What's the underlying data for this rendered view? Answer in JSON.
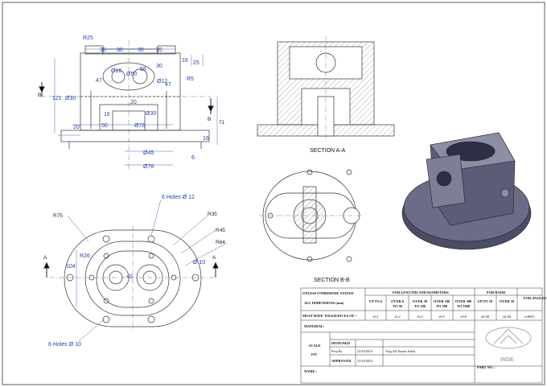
{
  "front_view": {
    "dims": {
      "r25": "R25",
      "d35a": "35",
      "d30a": "30",
      "d30b": "30",
      "d35b": "35",
      "d16a": "16",
      "d25": "25",
      "d30c": "30",
      "dphi16": "Ø16",
      "dphi50": "Ø50",
      "d58": "58",
      "d47a": "47",
      "dphi12": "Ø12",
      "d47b": "47",
      "r5": "R5",
      "d121": "121",
      "dphi30": "Ø30",
      "d20a": "20",
      "d16b": "16",
      "dphi30b": "Ø30",
      "d20b": "20",
      "d50": "50",
      "dphi76a": "Ø76",
      "d71": "71",
      "d16c": "16",
      "dphi45": "Ø45",
      "d6": "6",
      "dphi76b": "Ø76"
    },
    "cut_label_left": "B",
    "cut_label_right": "B"
  },
  "section_aa": {
    "caption": "SECTION A-A"
  },
  "section_bb": {
    "caption": "SECTION B-B"
  },
  "top_view": {
    "dims": {
      "holes12": "6 Holes Ø 12",
      "r75": "R75",
      "r35": "R35",
      "r45": "R45",
      "r64": "R64",
      "r26": "R26",
      "d104": "104",
      "d40": "40",
      "dphi10": "Ø 10",
      "holes10": "6 Holes Ø 10"
    },
    "cut_label_left": "A",
    "cut_label_right": "A"
  },
  "title_block": {
    "unless": "UNLESS OTHERWISE STATED",
    "all_dims": "ALL  DIMENSIONS  (mm)",
    "must_have": "MUST HAVE TOLERANCES OF =",
    "lengths_header": "FOR LENGTHS AND DIAMETERS",
    "radii_header": "FOR RADII",
    "angles_header": "FOR ANGLES",
    "ranges": [
      "UP TO 6",
      "OVER 6 TO 30",
      "OVER 30 TO 100",
      "OVER 100 TO 300",
      "OVER 300 TO 1000",
      "UP TO 10",
      "OVER 10"
    ],
    "range_lines": [
      [
        "UP TO 6",
        ""
      ],
      [
        "OVER 6",
        "TO 30"
      ],
      [
        "OVER 30",
        "TO 100"
      ],
      [
        "OVER 100",
        "TO 300"
      ],
      [
        "OVER 300",
        "TO 1000"
      ],
      [
        "UP TO 10",
        ""
      ],
      [
        "OVER 10",
        ""
      ]
    ],
    "tolerances": [
      "±0.1",
      "±0.2",
      "±0.3",
      "±0.5",
      "±0.8",
      "±0.2R",
      "±0.2R",
      "±10R%"
    ],
    "material_label": "MATERIAL:",
    "scale_label": "SCALE",
    "fit_label": "FIT",
    "designed_label": "DESIGNED",
    "prep_label": "Prep.By",
    "prep_date": "22/10/2014",
    "prep_name": "Eng.Ali Nasser Saleh",
    "approved_label": "APPROVED",
    "approved_date": "23/10/2014",
    "name_label": "NAME :",
    "part_no_label": "PART NO. :",
    "logo_text": "INDE"
  }
}
